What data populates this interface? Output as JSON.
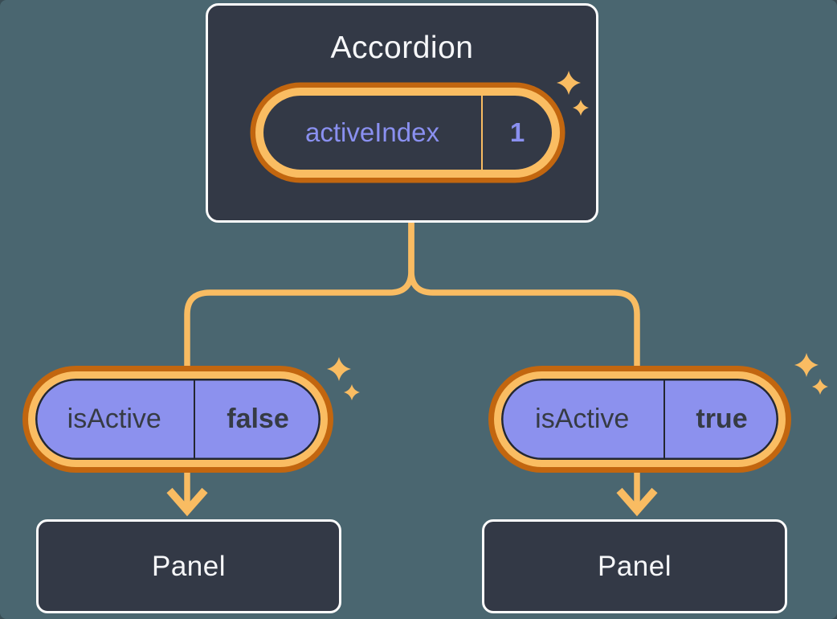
{
  "diagram": {
    "root": {
      "title": "Accordion",
      "state_pill": {
        "label": "activeIndex",
        "value": "1"
      }
    },
    "branches": [
      {
        "prop_pill": {
          "label": "isActive",
          "value": "false"
        },
        "panel": {
          "title": "Panel"
        }
      },
      {
        "prop_pill": {
          "label": "isActive",
          "value": "true"
        },
        "panel": {
          "title": "Panel"
        }
      }
    ],
    "icons": [
      "sparkle-icon on root state pill",
      "sparkle-icon on left prop pill",
      "sparkle-icon on right prop pill",
      "arrow-down-icon to left panel",
      "arrow-down-icon to right panel"
    ]
  },
  "colors": {
    "background": "#4A6670",
    "box_fill": "#333946",
    "box_border": "#FCFCFC",
    "ring_outer_orange": "#C2660F",
    "ring_band_orange": "#FABD62",
    "connector_orange": "#F9BC62",
    "pill_purple": "#8C91EE",
    "purple_text": "#8A90F0",
    "dark_text": "#363B44",
    "white_text": "#F6F7F9"
  }
}
